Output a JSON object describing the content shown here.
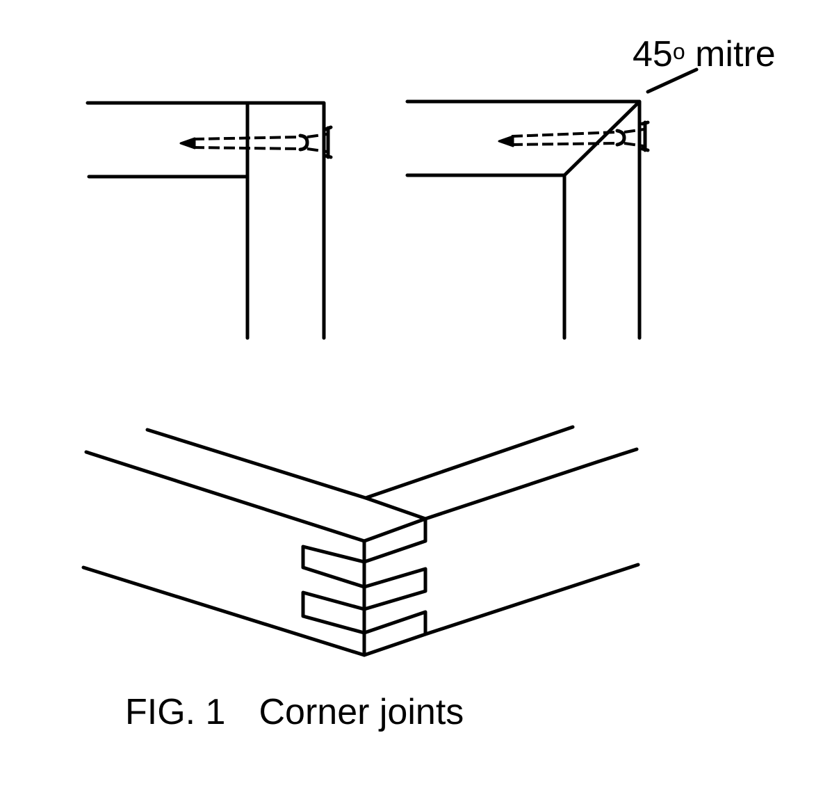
{
  "annotation": {
    "angle": "45",
    "degree_symbol": "o",
    "word": "mitre"
  },
  "caption": {
    "figure_number": "FIG. 1",
    "title": "Corner joints"
  },
  "joints": [
    {
      "type": "butt"
    },
    {
      "type": "mitre"
    },
    {
      "type": "finger"
    }
  ]
}
